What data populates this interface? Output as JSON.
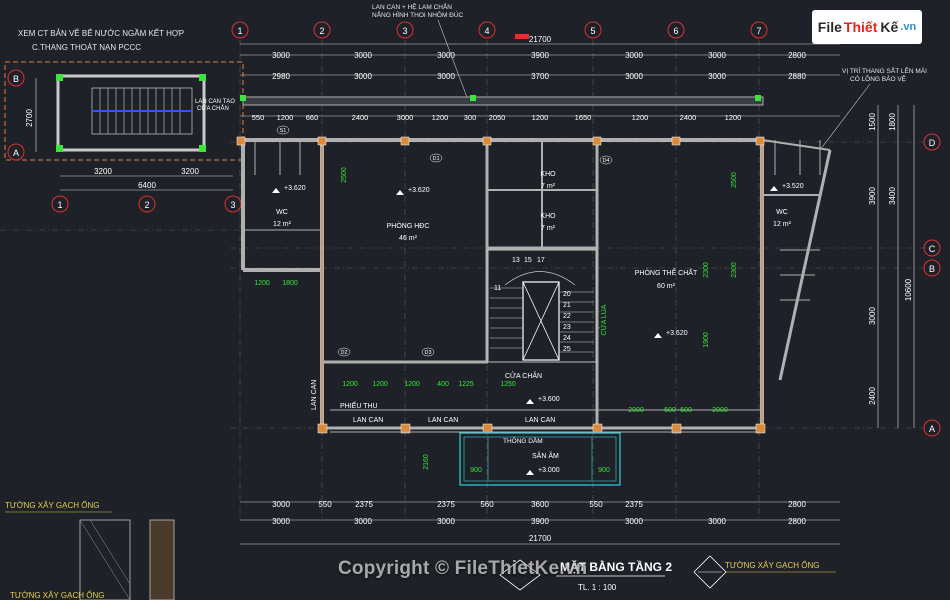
{
  "notes": {
    "top_left_1": "XEM CT BẢN VẼ BỂ NƯỚC NGẦM KẾT HỢP",
    "top_left_2": "C.THANG THOÁT NẠN PCCC",
    "top_center_1": "LAN CAN + HỆ LAM CHẮN",
    "top_center_2": "NẮNG HÌNH THOI NHÔM ĐÚC",
    "top_right_1": "VỊ TRÍ THANG SẮT LÊN MÁI",
    "top_right_2": "CÓ LỒNG BẢO VỆ",
    "lan_can_tao": "LAN CAN TẠO",
    "cua_chan": "CỬA CHẮN",
    "bottom_left": "TƯỜNG XÂY GẠCH ỐNG",
    "bottom_right": "TƯỜNG XÂY GẠCH ỐNG",
    "bottom_left_2": "TƯỜNG XÂY GẠCH ỐNG"
  },
  "title": {
    "main": "MẶT BẰNG TẦNG 2",
    "scale": "TL. 1 : 100"
  },
  "rooms": {
    "phong_hdc": "PHÒNG HĐC",
    "phong_hdc_area": "46 m²",
    "phong_the_chat": "PHÒNG THỂ CHẤT",
    "phong_the_chat_area": "60 m²",
    "wc_left": "WC",
    "wc_left_area": "12 m²",
    "wc_right": "WC",
    "wc_right_area": "12 m²",
    "kho_1": "KHO",
    "kho_1_area": "7 m²",
    "kho_2": "KHO",
    "kho_2_area": "7 m²",
    "san_am": "SÂN ÂM",
    "cua_lua": "CỬA LÙA",
    "cua_chan": "CỬA CHẮN",
    "thong_dam": "THÔNG DẦM"
  },
  "levels": {
    "l1": "+3.620",
    "l2": "+3.620",
    "l3": "+3.520",
    "l4": "+3.620",
    "l5": "+3.600",
    "l6": "+3.000"
  },
  "labels": {
    "lan_can_1": "LAN CAN",
    "lan_can_2": "LAN CAN",
    "lan_can_3": "LAN CAN",
    "lan_can_v": "LAN CAN",
    "phieu_thu": "PHIẾU THU"
  },
  "axes_top": [
    "1",
    "2",
    "3",
    "4",
    "5",
    "6",
    "7"
  ],
  "axes_side_right": [
    "D",
    "C",
    "B",
    "A"
  ],
  "axes_side_left": [
    "B",
    "A"
  ],
  "axes_inset": [
    "1",
    "2",
    "3"
  ],
  "dims": {
    "top_total": "21700",
    "top_row1": [
      "3000",
      "3000",
      "3000",
      "3900",
      "3000",
      "3000",
      "2800"
    ],
    "top_row2": [
      "2980",
      "3000",
      "3000",
      "3700",
      "3000",
      "3000",
      "2880"
    ],
    "top_row3": [
      "550",
      "1200",
      "660",
      "2400",
      "3000",
      "1200",
      "300",
      "2050",
      "1200",
      "1650",
      "1200",
      "2400",
      "1200"
    ],
    "bottom_row1": [
      "3000",
      "550",
      "2375",
      "2375",
      "560",
      "3600",
      "550",
      "2375",
      "2800"
    ],
    "bottom_row2": [
      "3000",
      "3000",
      "3000",
      "3900",
      "3000",
      "3000",
      "2800"
    ],
    "bottom_total": "21700",
    "right_col": [
      "1500",
      "1800",
      "3900",
      "3400",
      "3000",
      "2400"
    ],
    "right_total": "10600",
    "inset_row": [
      "3200",
      "3200"
    ],
    "inset_total": "6400",
    "inset_height": "2700",
    "mid_row": [
      "1200",
      "1200",
      "1200",
      "400",
      "1225",
      "1250"
    ],
    "room_row": [
      "2000",
      "600",
      "600",
      "2000"
    ],
    "misc": [
      "1800",
      "1200",
      "900",
      "900",
      "2160",
      "2500",
      "2300",
      "1900",
      "2500",
      "2300"
    ]
  },
  "stairs": [
    "13",
    "15",
    "17",
    "11",
    "20",
    "21",
    "22",
    "23",
    "24",
    "25"
  ],
  "door_tags": [
    "D1",
    "D2",
    "D3",
    "D4",
    "S1"
  ],
  "logo": {
    "part1": "File",
    "part2": "Thiết",
    "part3": "Kế",
    "part4": ".vn"
  },
  "copyright": "Copyright © FileThietKe.vn",
  "colors": {
    "background": "#1e2128",
    "wall": "#b0b0b0",
    "dim_line": "#d8d8d8",
    "dim_text": "#ffffff",
    "green_text": "#39e639",
    "column": "#d98a3a",
    "axis_circle": "#e03030",
    "stair_label": "#ffffff",
    "cyan": "#35d0d8"
  }
}
